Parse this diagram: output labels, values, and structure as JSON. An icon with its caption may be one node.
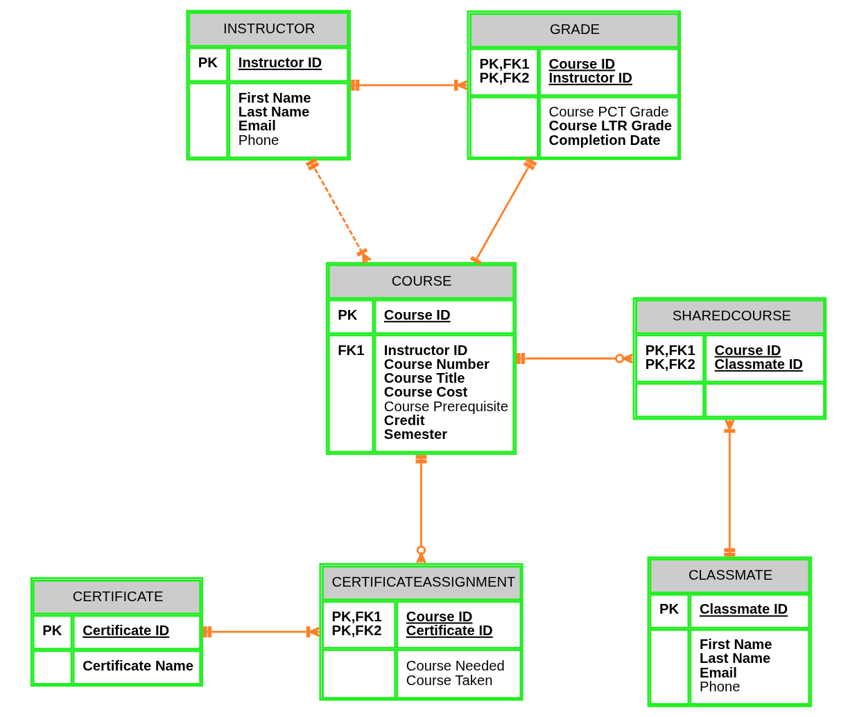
{
  "diagram": {
    "nodes": [
      {
        "text": [
          "INSTRUCTOR",
          "PK",
          "Instructor ID",
          "First Name",
          "Last Name",
          "Email",
          "Phone"
        ]
      },
      {
        "text": [
          "GRADE",
          "PK,FK1",
          "PK,FK2",
          "Course ID",
          "Instructor ID",
          "Course PCT Grade",
          "Course LTR Grade",
          "Completion Date"
        ]
      },
      {
        "text": [
          "COURSE",
          "PK",
          "Course ID",
          "FK1",
          "Instructor ID",
          "Course Number",
          "Course Title",
          "Course Cost",
          "Course Prerequisite",
          "Credit",
          "Semester"
        ]
      },
      {
        "text": [
          "SHAREDCOURSE",
          "PK,FK1",
          "PK,FK2",
          "Course ID",
          "Classmate ID"
        ]
      },
      {
        "text": [
          "CLASSMATE",
          "PK",
          "Classmate ID",
          "First Name",
          "Last Name",
          "Email",
          "Phone"
        ]
      },
      {
        "text": [
          "CERTIFICATE",
          "PK",
          "Certificate ID",
          "Certificate Name"
        ]
      },
      {
        "text": [
          "CERTIFICATEASSIGNMENT",
          "PK,FK1",
          "PK,FK2",
          "Course ID",
          "Certificate ID",
          "Course Needed",
          "Course Taken"
        ]
      }
    ],
    "edges": [
      {
        "from": 0,
        "to": 1,
        "arrow": "other"
      },
      {
        "from": 1,
        "to": 2,
        "arrow": "other"
      },
      {
        "from": 0,
        "to": 2,
        "arrow": "other",
        "style": "dashed"
      },
      {
        "from": 2,
        "to": 3,
        "arrow": "other"
      },
      {
        "from": 3,
        "to": 4,
        "arrow": "other"
      },
      {
        "from": 2,
        "to": 6,
        "arrow": "other"
      },
      {
        "from": 5,
        "to": 6,
        "arrow": "other"
      }
    ]
  }
}
